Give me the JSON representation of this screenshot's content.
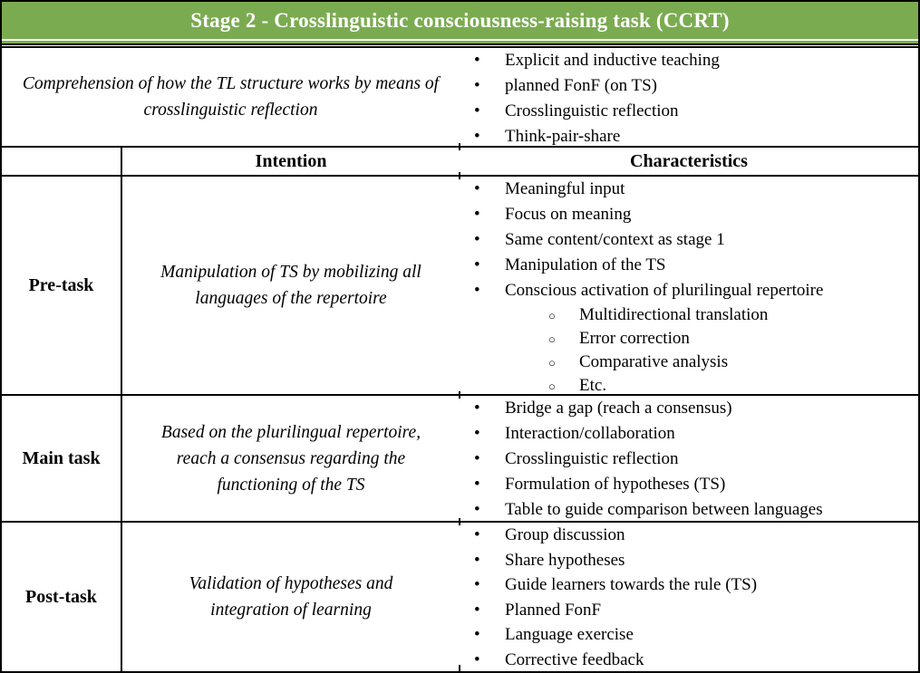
{
  "title": "Stage 2 - Crosslinguistic consciousness-raising task (CCRT)",
  "colors": {
    "header_green": "#7BAB50",
    "header_text": "#FFFFFF",
    "border": "#000000"
  },
  "icons": {
    "bullet": "•",
    "sub_bullet": "○"
  },
  "column_headers": {
    "intention": "Intention",
    "characteristics": "Characteristics"
  },
  "overview": {
    "intention": "Comprehension of how the TL structure works by means of crosslinguistic reflection",
    "characteristics": [
      {
        "text": "Explicit and inductive teaching",
        "level": 1
      },
      {
        "text": "planned FonF (on TS)",
        "level": 1
      },
      {
        "text": "Crosslinguistic reflection",
        "level": 1
      },
      {
        "text": "Think-pair-share",
        "level": 1
      }
    ]
  },
  "rows": [
    {
      "task": "Pre-task",
      "intention": "Manipulation of TS by mobilizing all languages of the repertoire",
      "characteristics": [
        {
          "text": "Meaningful input",
          "level": 1
        },
        {
          "text": "Focus on meaning",
          "level": 1
        },
        {
          "text": "Same content/context as stage 1",
          "level": 1
        },
        {
          "text": "Manipulation of the TS",
          "level": 1
        },
        {
          "text": "Conscious activation of plurilingual repertoire",
          "level": 1
        },
        {
          "text": "Multidirectional translation",
          "level": 2
        },
        {
          "text": "Error correction",
          "level": 2
        },
        {
          "text": "Comparative analysis",
          "level": 2
        },
        {
          "text": "Etc.",
          "level": 2
        }
      ]
    },
    {
      "task": "Main task",
      "intention": "Based on the plurilingual repertoire, reach a consensus regarding the functioning of the TS",
      "characteristics": [
        {
          "text": "Bridge a gap (reach a consensus)",
          "level": 1
        },
        {
          "text": "Interaction/collaboration",
          "level": 1
        },
        {
          "text": "Crosslinguistic reflection",
          "level": 1
        },
        {
          "text": "Formulation of hypotheses (TS)",
          "level": 1
        },
        {
          "text": "Table to guide comparison between languages",
          "level": 1
        }
      ]
    },
    {
      "task": "Post-task",
      "intention": "Validation of hypotheses and integration of learning",
      "characteristics": [
        {
          "text": "Group discussion",
          "level": 1
        },
        {
          "text": "Share hypotheses",
          "level": 1
        },
        {
          "text": "Guide learners towards the rule (TS)",
          "level": 1
        },
        {
          "text": "Planned FonF",
          "level": 1
        },
        {
          "text": "Language exercise",
          "level": 1
        },
        {
          "text": "Corrective feedback",
          "level": 1
        }
      ]
    }
  ]
}
